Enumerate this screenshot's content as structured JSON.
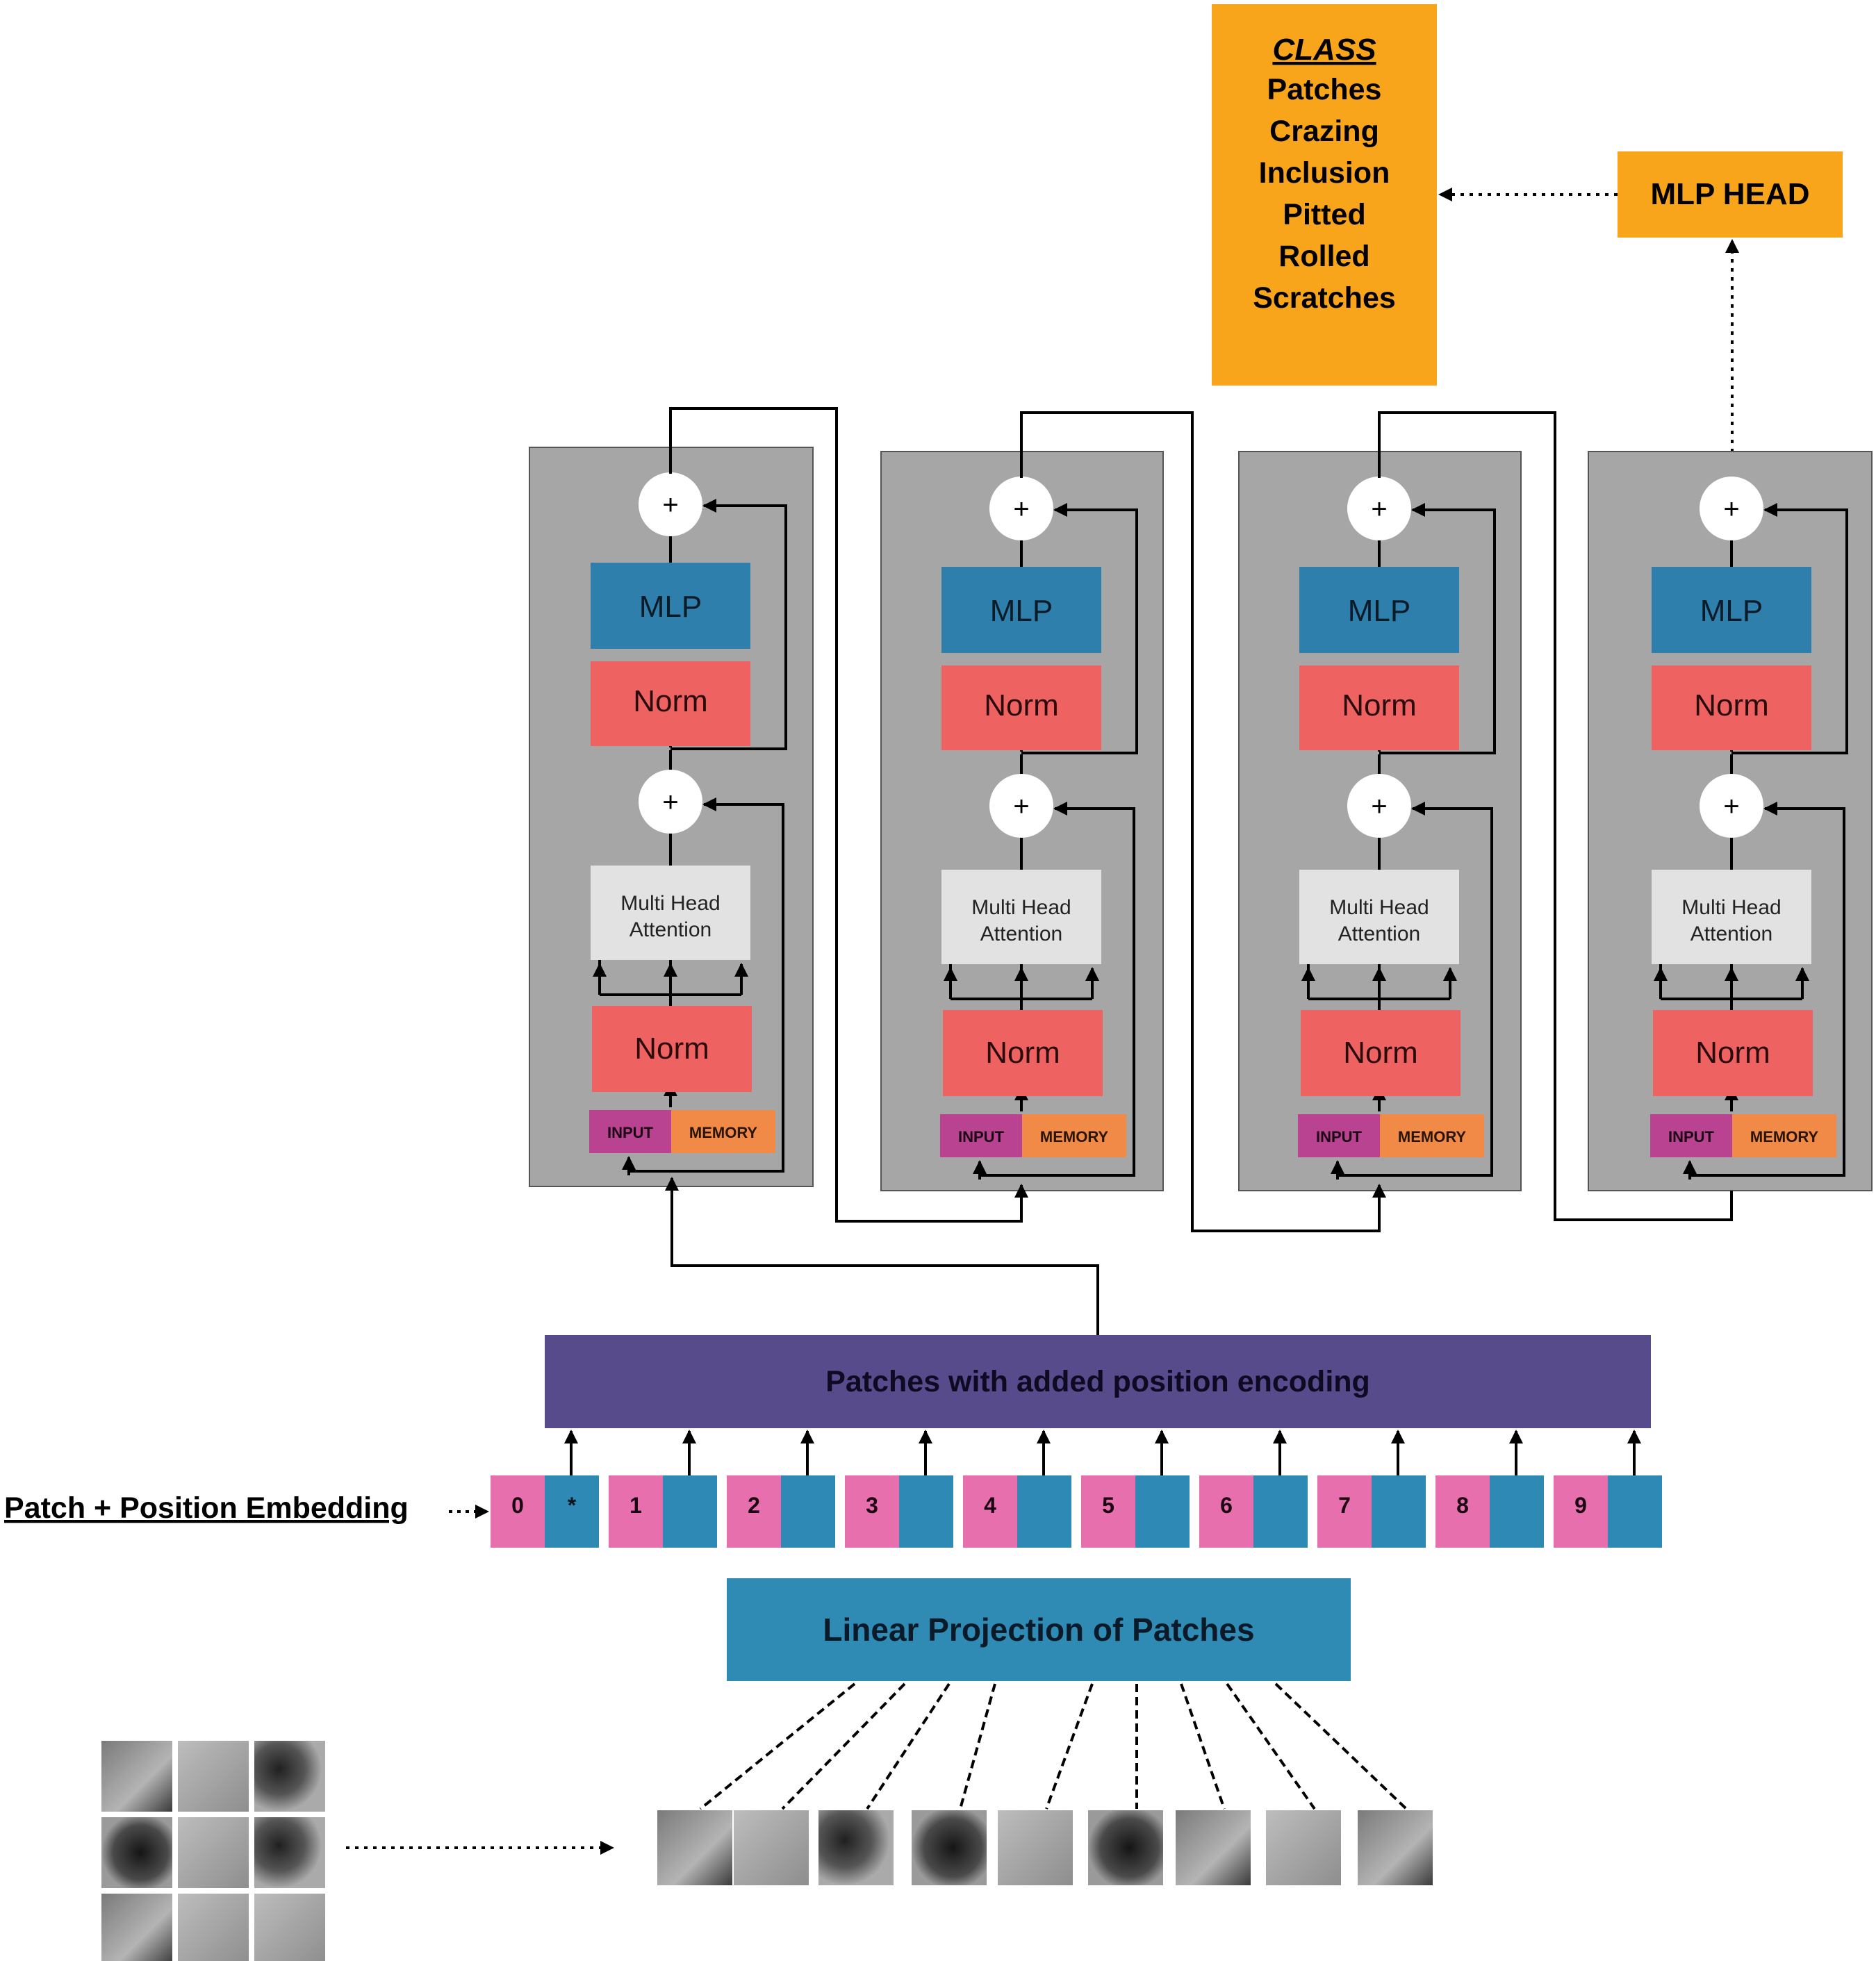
{
  "class_box": {
    "header": "CLASS",
    "classes": [
      "Patches",
      "Crazing",
      "Inclusion",
      "Pitted",
      "Rolled",
      "Scratches"
    ]
  },
  "mlp_head": {
    "label": "MLP HEAD"
  },
  "encoder_block": {
    "mlp_label": "MLP",
    "norm_label": "Norm",
    "attention_lines": [
      "Multi Head",
      "Attention"
    ],
    "plus_symbol": "+",
    "input_label": "INPUT",
    "memory_label": "MEMORY",
    "count": 4
  },
  "position_encoding": {
    "label": "Patches with added position encoding"
  },
  "embedding": {
    "label": "Patch + Position Embedding",
    "tokens": [
      "0",
      "1",
      "2",
      "3",
      "4",
      "5",
      "6",
      "7",
      "8",
      "9"
    ],
    "class_token_symbol": "*"
  },
  "linear_projection": {
    "label": "Linear Projection of Patches"
  },
  "patches": {
    "grid_cells": 9,
    "sequence_count": 9
  },
  "colors": {
    "orange": "#f9a51b",
    "block_gray": "#a6a6a6",
    "mlp_blue": "#2f7fad",
    "norm_red": "#ee6262",
    "attention_light": "#e2e2e2",
    "input_magenta": "#b94390",
    "memory_orange": "#f08a46",
    "purple": "#584b8c",
    "projection_blue": "#2f8ab4",
    "token_pink": "#e86fae",
    "token_blue": "#2e8ab4"
  }
}
